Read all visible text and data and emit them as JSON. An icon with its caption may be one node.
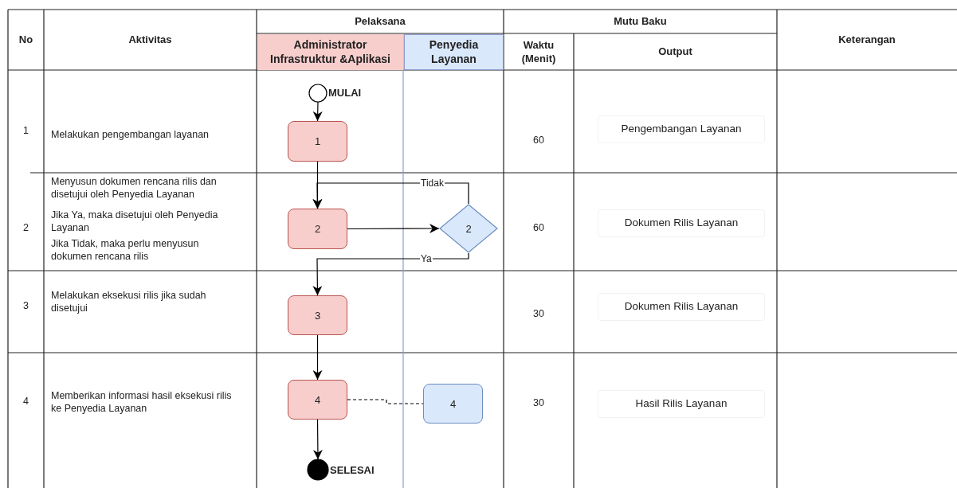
{
  "diagram": {
    "nodes": [
      {
        "text": [
          "MULAI"
        ]
      },
      {
        "text": [
          "1"
        ]
      },
      {
        "text": [
          "2"
        ]
      },
      {
        "text": [
          "2"
        ]
      },
      {
        "text": [
          "3"
        ]
      },
      {
        "text": [
          "4"
        ]
      },
      {
        "text": [
          "4"
        ]
      },
      {
        "text": [
          "SELESAI"
        ]
      }
    ],
    "edges": [
      {
        "from": 0,
        "to": 1,
        "arrow": "to"
      },
      {
        "from": 1,
        "to": 2,
        "arrow": "to"
      },
      {
        "from": 2,
        "to": 3,
        "arrow": "to"
      },
      {
        "from": 3,
        "to": 2,
        "arrow": "to",
        "label": "Tidak"
      },
      {
        "from": 3,
        "to": 4,
        "arrow": "to",
        "label": "Ya"
      },
      {
        "from": 4,
        "to": 5,
        "arrow": "to"
      },
      {
        "from": 5,
        "to": 6,
        "arrow": "none",
        "style": "dashed"
      },
      {
        "from": 5,
        "to": 7,
        "arrow": "to"
      }
    ],
    "labels": [
      "No",
      "Aktivitas",
      "Pelaksana",
      "Mutu Baku",
      "Keterangan",
      "Administrator Infrastruktur &Aplikasi",
      "Penyedia Layanan",
      "Waktu (Menit)",
      "Output",
      "1",
      "Melakukan pengembangan layanan",
      "60",
      "Pengembangan Layanan",
      "2",
      "Menyusun dokumen rencana rilis dan disetujui oleh Penyedia Layanan",
      "Jika Ya, maka disetujui oleh Penyedia Layanan",
      "Jika Tidak, maka perlu menyusun dokumen rencana rilis",
      "60",
      "Dokumen Rilis Layanan",
      "3",
      "Melakukan eksekusi rilis jika sudah disetujui",
      "30",
      "Dokumen Rilis Layanan",
      "4",
      "Memberikan informasi hasil eksekusi rilis ke Penyedia Layanan",
      "30",
      "Hasil Rilis Layanan"
    ]
  }
}
